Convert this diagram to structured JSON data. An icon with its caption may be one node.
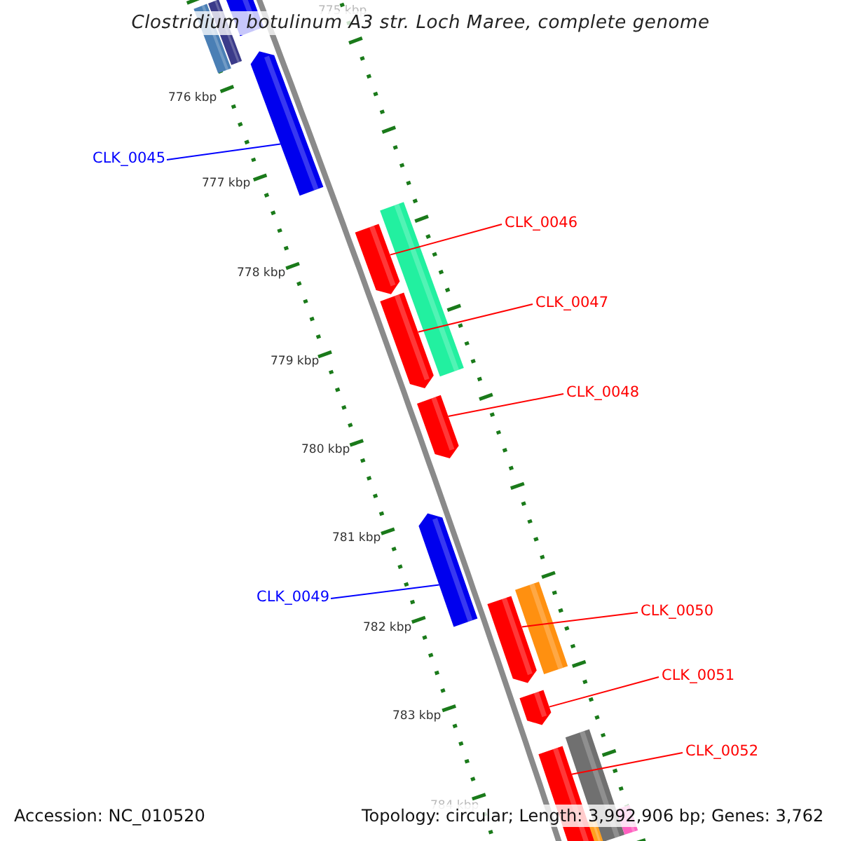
{
  "diagram": {
    "title": "Clostridium botulinum A3 str. Loch Maree, complete genome",
    "nodes": [
      {
        "text": [
          "CLK_0045"
        ]
      },
      {
        "text": [],
        "shape": "bar"
      },
      {
        "text": [
          "CLK_0046"
        ]
      },
      {
        "text": [],
        "shape": "bar"
      },
      {
        "text": [
          "CLK_0047"
        ]
      },
      {
        "text": [],
        "shape": "bar"
      },
      {
        "text": [
          "CLK_0048"
        ]
      },
      {
        "text": [],
        "shape": "bar"
      },
      {
        "text": [
          "CLK_0049"
        ]
      },
      {
        "text": [],
        "shape": "bar"
      },
      {
        "text": [
          "CLK_0050"
        ]
      },
      {
        "text": [],
        "shape": "bar"
      },
      {
        "text": [
          "CLK_0051"
        ]
      },
      {
        "text": [],
        "shape": "bar"
      },
      {
        "text": [
          "CLK_0052"
        ]
      },
      {
        "text": [],
        "shape": "bar"
      }
    ],
    "edges": [
      {
        "from": 0,
        "to": 1,
        "arrow": "none",
        "color": "#0000ff"
      },
      {
        "from": 2,
        "to": 3,
        "arrow": "none"
      },
      {
        "from": 4,
        "to": 5,
        "arrow": "none"
      },
      {
        "from": 6,
        "to": 7,
        "arrow": "none"
      },
      {
        "from": 8,
        "to": 9,
        "arrow": "none",
        "color": "#0000ff"
      },
      {
        "from": 10,
        "to": 11,
        "arrow": "none"
      },
      {
        "from": 12,
        "to": 13,
        "arrow": "none"
      },
      {
        "from": 14,
        "to": 15,
        "arrow": "none"
      }
    ],
    "labels": [
      "775 kbp",
      "776 kbp",
      "777 kbp",
      "778 kbp",
      "779 kbp",
      "780 kbp",
      "781 kbp",
      "782 kbp",
      "783 kbp",
      "784 kbp",
      "Accession: NC_010520",
      "Topology: circular; Length: 3,992,906 bp; Genes: 3,762"
    ]
  }
}
